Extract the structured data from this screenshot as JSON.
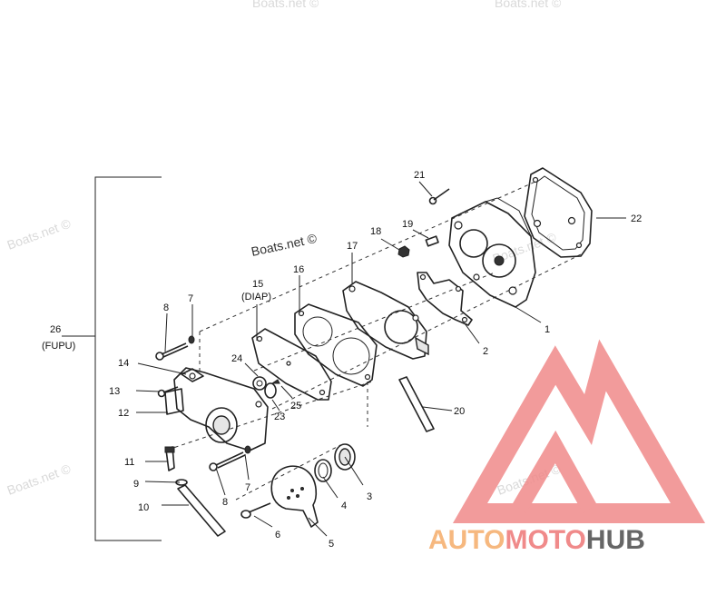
{
  "watermarks": [
    "Boats.net ©",
    "Boats.net ©",
    "Boats.net ©",
    "Boats.net ©",
    "Boats.net ©",
    "Boats.net ©",
    "Boats.net ©"
  ],
  "labels": {
    "l1": "1",
    "l2": "2",
    "l3": "3",
    "l4": "4",
    "l5": "5",
    "l6": "6",
    "l7a": "7",
    "l7b": "7",
    "l8a": "8",
    "l8b": "8",
    "l9": "9",
    "l10": "10",
    "l11": "11",
    "l12": "12",
    "l13": "13",
    "l14": "14",
    "l15": "15",
    "l15sub": "(DIAP)",
    "l16": "16",
    "l17": "17",
    "l18": "18",
    "l19": "19",
    "l20": "20",
    "l21": "21",
    "l22": "22",
    "l23": "23",
    "l24": "24",
    "l25": "25",
    "l26": "26",
    "l26sub": "(FUPU)"
  },
  "brand": {
    "part1": "AUTO",
    "part2": "MOTO",
    "part3": "HUB"
  },
  "colors": {
    "logo_red": "#f08a8a",
    "logo_orange": "#f6b87f",
    "logo_grey": "#666666"
  }
}
